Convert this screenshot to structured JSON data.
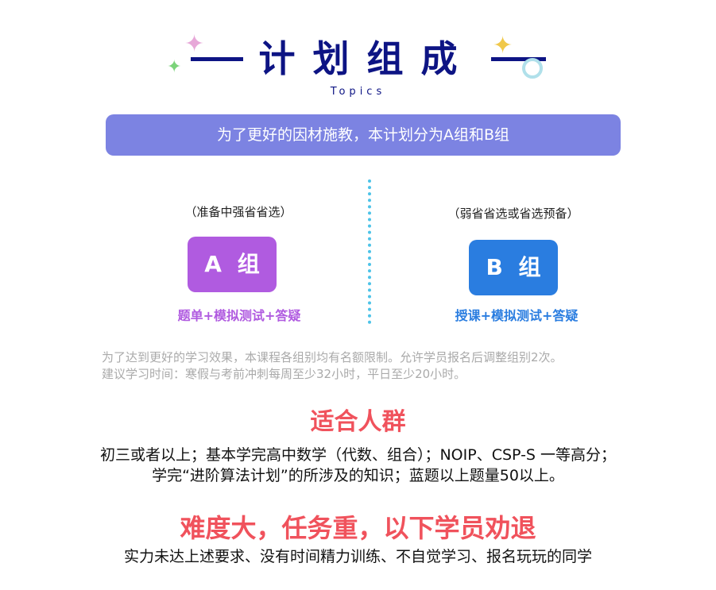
{
  "header": {
    "title": "计划组成",
    "subtitle": "Topics"
  },
  "banner": "为了更好的因材施教，本计划分为A组和B组",
  "group_a": {
    "note": "（准备中强省省选）",
    "label": "A 组",
    "content": "题单+模拟测试+答疑",
    "color": "#b05be0"
  },
  "group_b": {
    "note": "（弱省省选或省选预备）",
    "label": "B 组",
    "content": "授课+模拟测试+答疑",
    "color": "#2a7de0"
  },
  "notes": [
    "为了达到更好的学习效果，本课程各组别均有名额限制。允许学员报名后调整组别2次。",
    "建议学习时间：寒假与考前冲刺每周至少32小时，平日至少20小时。"
  ],
  "audience": {
    "title": "适合人群",
    "lines": [
      "初三或者以上；基本学完高中数学（代数、组合）；NOIP、CSP-S 一等高分；",
      "学完“进阶算法计划”的所涉及的知识；蓝题以上题量50以上。"
    ]
  },
  "warning": {
    "title": "难度大，任务重，以下学员劝退",
    "line": "实力未达上述要求、没有时间精力训练、不自觉学习、报名玩玩的同学"
  }
}
